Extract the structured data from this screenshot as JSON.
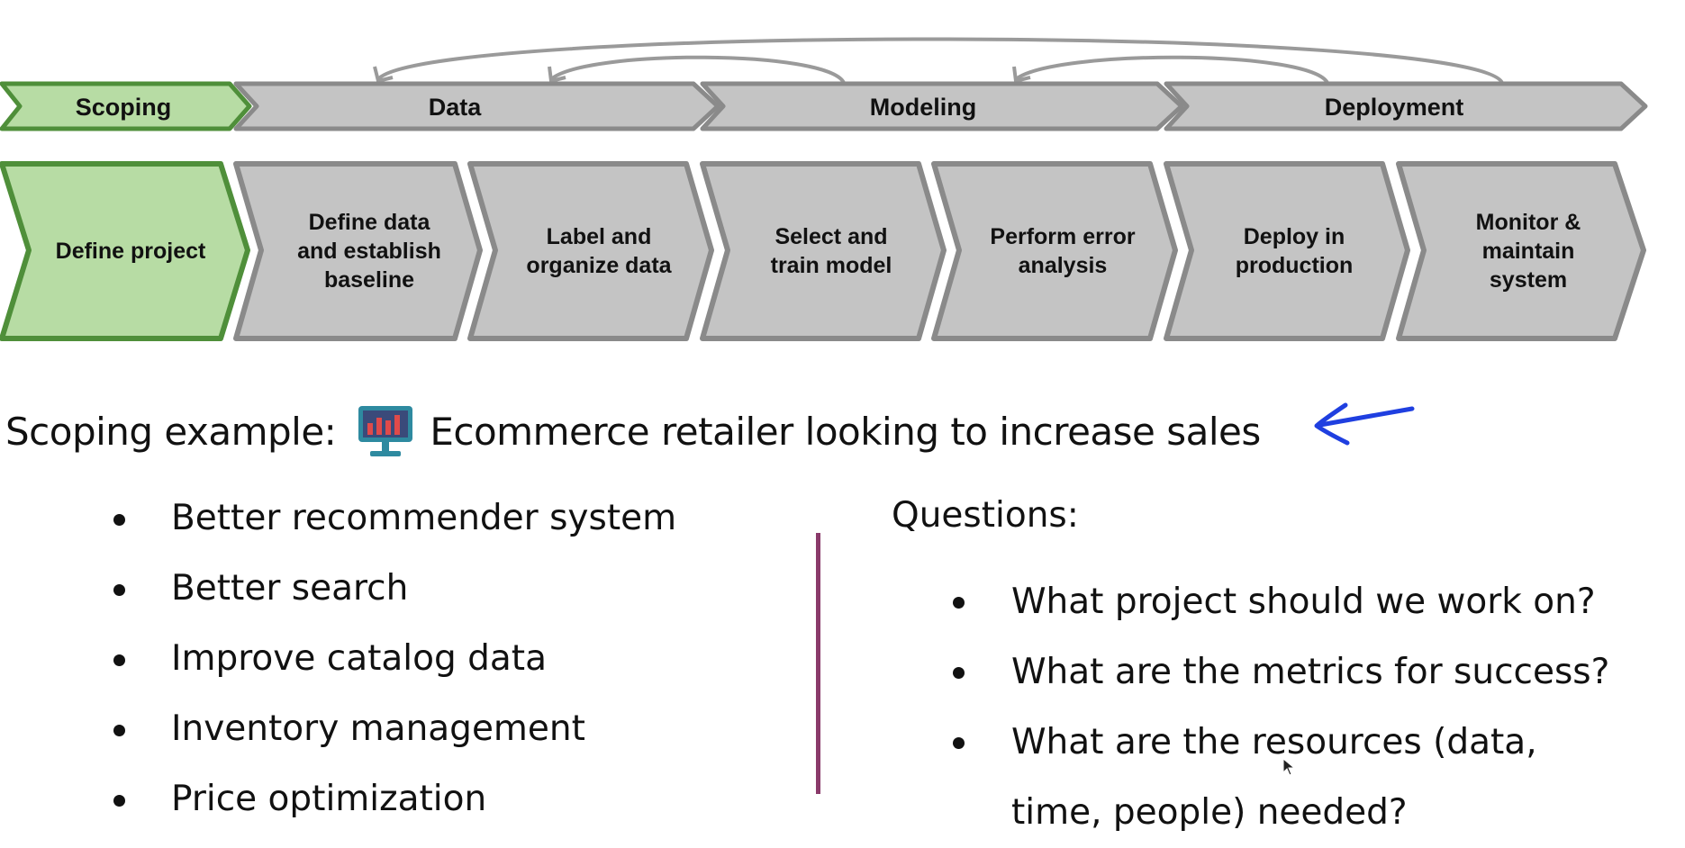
{
  "phases": [
    {
      "label": "Scoping",
      "color": "#b7dca4"
    },
    {
      "label": "Data",
      "color": "#c4c4c4"
    },
    {
      "label": "Modeling",
      "color": "#c4c4c4"
    },
    {
      "label": "Deployment",
      "color": "#c4c4c4"
    }
  ],
  "steps": [
    {
      "lines": [
        "Define project"
      ]
    },
    {
      "lines": [
        "Define data",
        "and establish",
        "baseline"
      ]
    },
    {
      "lines": [
        "Label and",
        "organize data"
      ]
    },
    {
      "lines": [
        "Select and",
        "train model"
      ]
    },
    {
      "lines": [
        "Perform error",
        "analysis"
      ]
    },
    {
      "lines": [
        "Deploy in",
        "production"
      ]
    },
    {
      "lines": [
        "Monitor &",
        "maintain",
        "system"
      ]
    }
  ],
  "colors": {
    "active_fill": "#b7dca4",
    "active_stroke": "#4f8f3a",
    "inactive_fill": "#c4c4c4",
    "inactive_stroke": "#8a8a8a",
    "loop_arrow": "#9a9a9a",
    "hand_arrow": "#1f3fe0",
    "divider": "#8a3a6a"
  },
  "example": {
    "label": "Scoping example:",
    "icon": "computer-monitor-icon",
    "text": "Ecommerce retailer looking to increase sales"
  },
  "ideas": [
    "Better recommender system",
    "Better search",
    "Improve catalog data",
    "Inventory management",
    "Price optimization"
  ],
  "questions": {
    "title": "Questions:",
    "items": [
      "What project should we work on?",
      "What are the metrics for success?",
      "What are the resources (data, time, people) needed?"
    ]
  }
}
